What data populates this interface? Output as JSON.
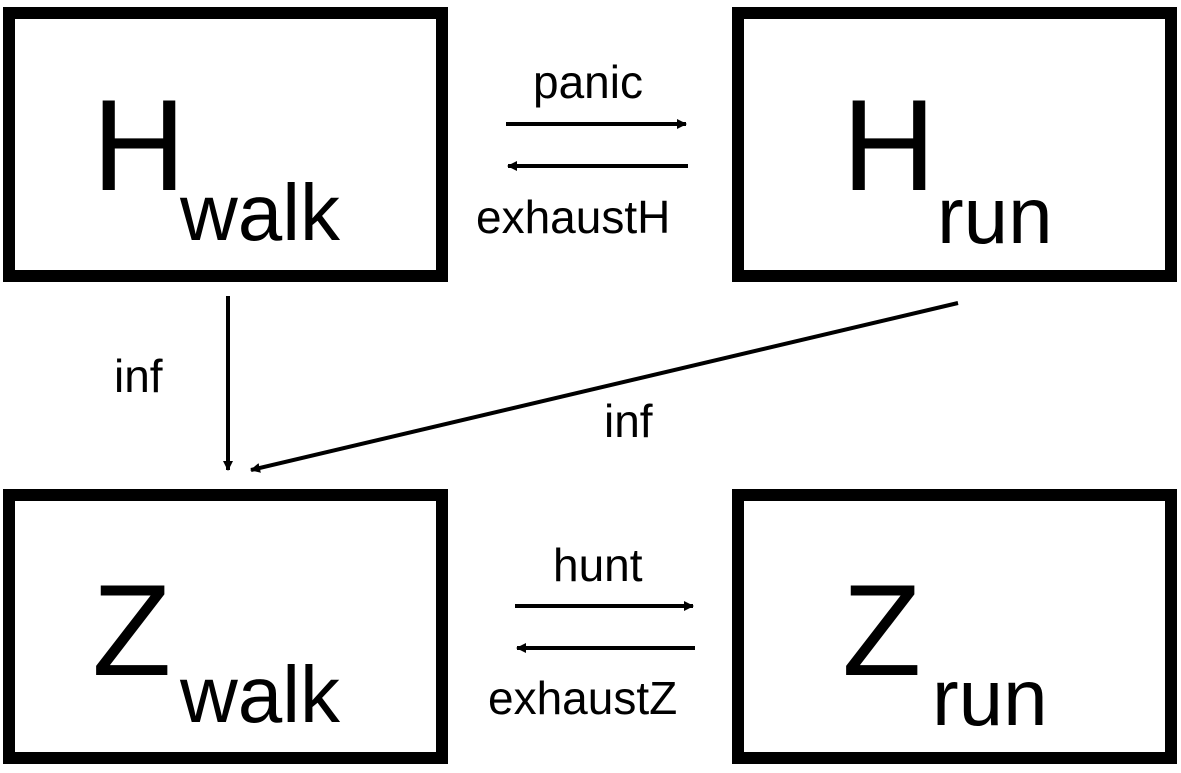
{
  "states": {
    "h_walk": {
      "main": "H",
      "sub": "walk"
    },
    "h_run": {
      "main": "H",
      "sub": "run"
    },
    "z_walk": {
      "main": "Z",
      "sub": "walk"
    },
    "z_run": {
      "main": "Z",
      "sub": "run"
    }
  },
  "transitions": {
    "panic": {
      "label": "panic",
      "from": "h_walk",
      "to": "h_run"
    },
    "exhaust_h": {
      "label": "exhaustH",
      "from": "h_run",
      "to": "h_walk"
    },
    "inf_walk": {
      "label": "inf",
      "from": "h_walk",
      "to": "z_walk"
    },
    "inf_run": {
      "label": "inf",
      "from": "h_run",
      "to": "z_walk"
    },
    "hunt": {
      "label": "hunt",
      "from": "z_walk",
      "to": "z_run"
    },
    "exhaust_z": {
      "label": "exhaustZ",
      "from": "z_run",
      "to": "z_walk"
    }
  },
  "colors": {
    "stroke": "#000000",
    "fill": "#ffffff"
  }
}
